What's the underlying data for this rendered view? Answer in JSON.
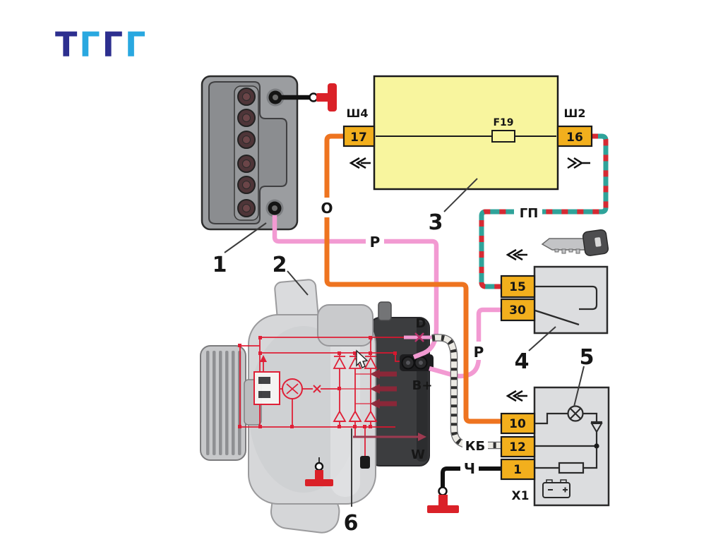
{
  "logo": {
    "letters": [
      {
        "char": "Т",
        "color": "#2d2f8f"
      },
      {
        "char": "Г",
        "color": "#29a8e0"
      },
      {
        "char": "Г",
        "color": "#2d2f8f"
      },
      {
        "char": "Г",
        "color": "#29a8e0"
      }
    ]
  },
  "callouts": {
    "battery": "1",
    "alternator": "2",
    "fuse_box": "3",
    "ignition_switch": "4",
    "warning_lamp": "5",
    "rectifier": "6"
  },
  "fuse_box": {
    "connector_left": "Ш4",
    "pin_left": "17",
    "fuse": "F19",
    "connector_right": "Ш2",
    "pin_right": "16"
  },
  "ignition_switch": {
    "pin_15": "15",
    "pin_30": "30"
  },
  "instrument_cluster": {
    "pin_10": "10",
    "pin_12": "12",
    "pin_1": "1",
    "connector": "X1"
  },
  "alternator": {
    "terminal_d": "D",
    "terminal_b_plus": "B+",
    "terminal_w": "W"
  },
  "wire_labels": {
    "orange": "О",
    "pink_battery": "Р",
    "pink_ignition": "Р",
    "teal_red": "ГП",
    "white_black": "КБ",
    "black": "Ч"
  },
  "colors": {
    "orange_wire": "#ee7420",
    "pink_wire": "#f29ad2",
    "teal_wire": "#2fa39a",
    "red_stripe": "#d62a33",
    "black_wire": "#141414",
    "ground_red": "#da2128",
    "fuse_box_fill": "#f8f59e",
    "pin_fill": "#f2af1d",
    "schematic_red": "#e0172f",
    "logo_navy": "#2d2f8f",
    "logo_blue": "#29a8e0"
  }
}
